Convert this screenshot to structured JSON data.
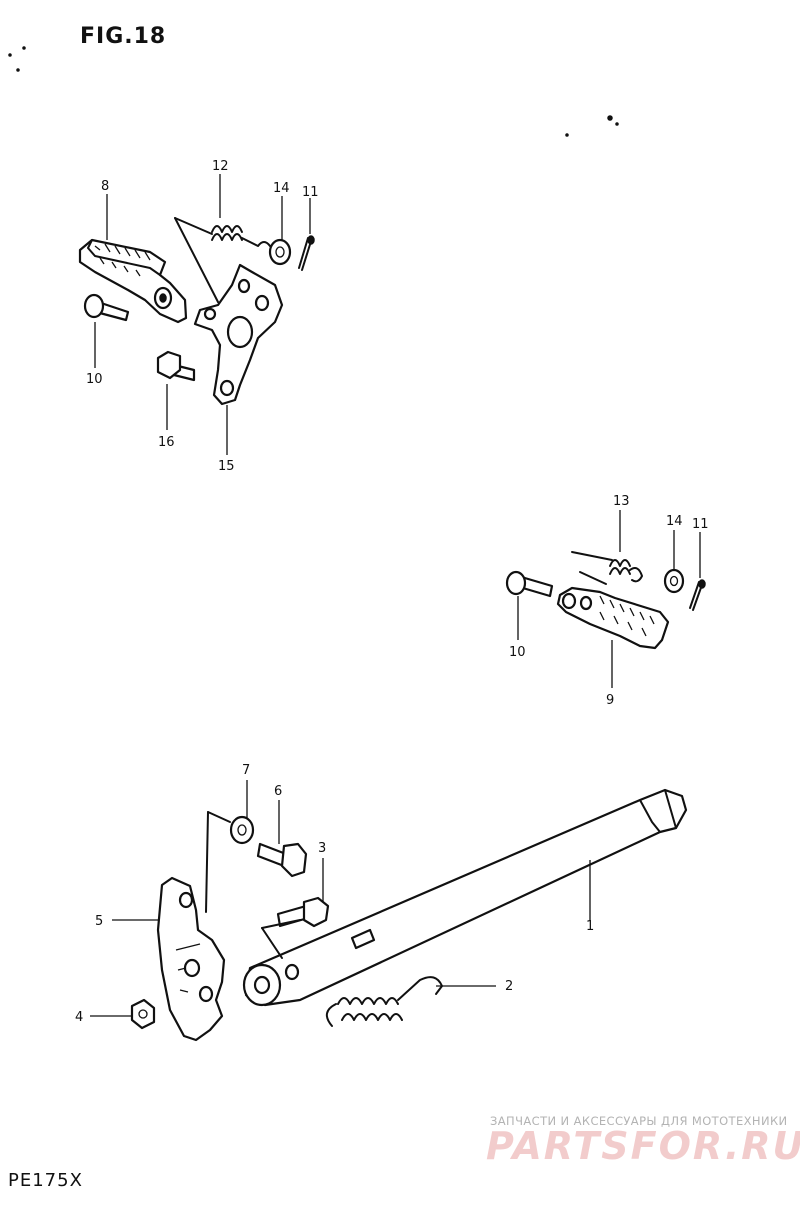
{
  "figure_title": "FIG.18",
  "model": "PE175X",
  "watermark": {
    "text": "ЗАПЧАСТИ И АКСЕССУАРЫ ДЛЯ МОТОТЕХНИКИ",
    "logo": "PARTSFOR.RU",
    "color": "#e8a3a3"
  },
  "part_labels": {
    "p1": "1",
    "p2": "2",
    "p3": "3",
    "p4": "4",
    "p5": "5",
    "p6": "6",
    "p7": "7",
    "p8": "8",
    "p9": "9",
    "p10a": "10",
    "p10b": "10",
    "p11a": "11",
    "p11b": "11",
    "p12": "12",
    "p13": "13",
    "p14a": "14",
    "p14b": "14",
    "p15": "15",
    "p16": "16"
  }
}
